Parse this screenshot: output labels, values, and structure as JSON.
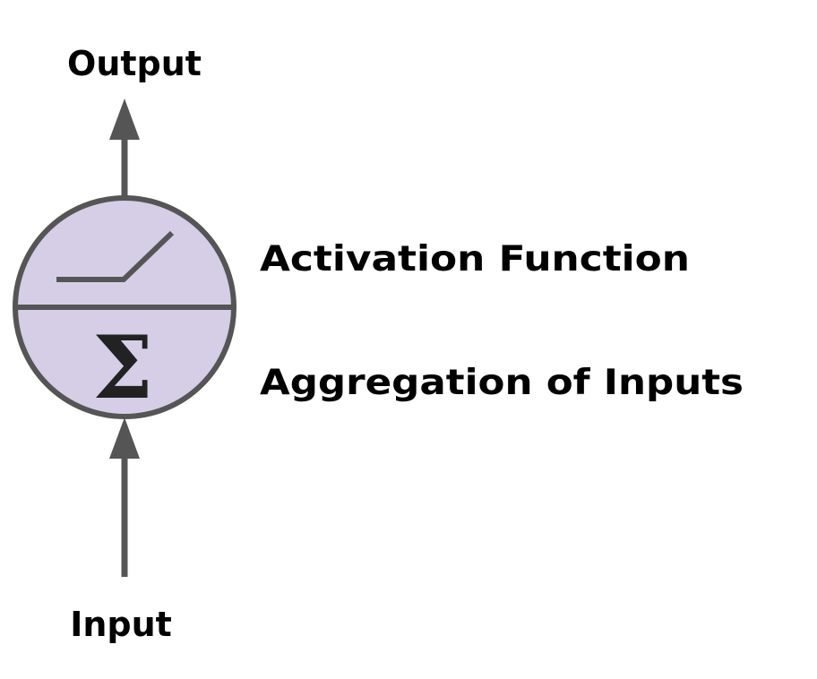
{
  "labels": {
    "output": "Output",
    "input": "Input",
    "activation": "Activation Function",
    "aggregation": "Aggregation of Inputs",
    "sigma_symbol": "Σ"
  },
  "colors": {
    "stroke": "#555555",
    "node_fill": "#d5cee6",
    "text": "#000000",
    "sigma": "#222222",
    "background": "#ffffff"
  },
  "icons": {
    "activation": "relu-icon",
    "aggregation": "sigma-icon"
  }
}
